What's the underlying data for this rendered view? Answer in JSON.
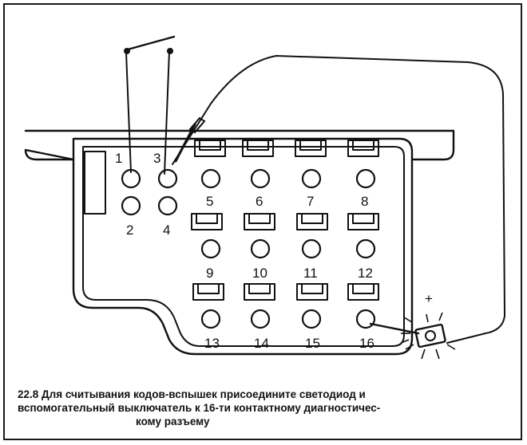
{
  "caption": {
    "line1": "22.8 Для считывания кодов-вспышек присоедините светодиод и",
    "line2": "вспомогательный выключатель к 16-ти контактному диагностичес-",
    "line3": "кому разъему"
  },
  "pins": [
    {
      "label": "1"
    },
    {
      "label": "2"
    },
    {
      "label": "3"
    },
    {
      "label": "4"
    },
    {
      "label": "5"
    },
    {
      "label": "6"
    },
    {
      "label": "7"
    },
    {
      "label": "8"
    },
    {
      "label": "9"
    },
    {
      "label": "10"
    },
    {
      "label": "11"
    },
    {
      "label": "12"
    },
    {
      "label": "13"
    },
    {
      "label": "14"
    },
    {
      "label": "15"
    },
    {
      "label": "16"
    }
  ],
  "led": {
    "polarity": "+"
  },
  "colors": {
    "ink": "#111111",
    "background": "#ffffff"
  }
}
